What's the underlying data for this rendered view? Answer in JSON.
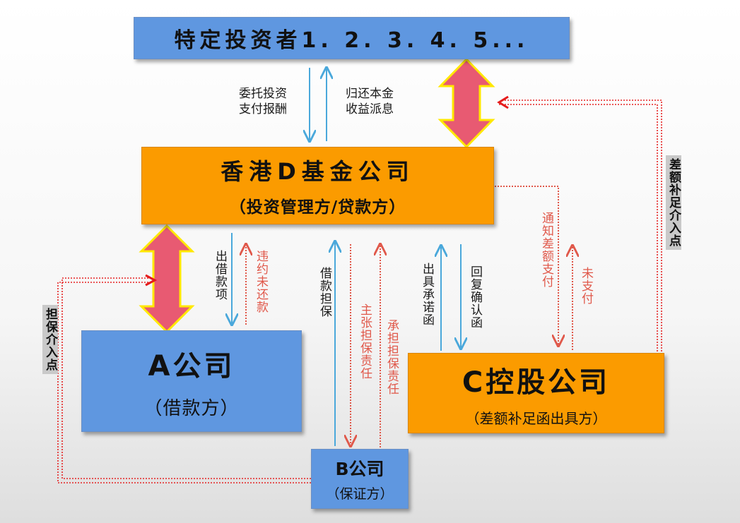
{
  "nodes": {
    "investors": {
      "title": "特定投资者1. 2. 3. 4. 5...",
      "color": "#5f97e0"
    },
    "fund_d": {
      "title": "香港D基金公司",
      "subtitle": "（投资管理方/贷款方）",
      "color": "#fb9b00"
    },
    "company_a": {
      "title": "A公司",
      "subtitle": "（借款方）",
      "color": "#5f97e0"
    },
    "company_b": {
      "title": "B公司",
      "subtitle": "（保证方）",
      "color": "#5f97e0"
    },
    "company_c": {
      "title": "C控股公司",
      "subtitle": "（差额补足函出具方）",
      "color": "#fb9b00"
    }
  },
  "edges": {
    "entrust": "委托投资\n支付报酬",
    "return": "归还本金\n收益派息",
    "lend": "出借款项",
    "default": "违约未还款",
    "loan_guarantee": "借款担保",
    "claim_guarantee": "主张担保责任",
    "bear_guarantee": "承担担保责任",
    "issue_commitment": "出具承诺函",
    "reply_letter": "回复确认函",
    "notify_payment": "通知差额支付",
    "unpaid": "未支付"
  },
  "side_tags": {
    "guarantee_entry": "担保介入点",
    "shortfall_entry": "差额补足介入点"
  },
  "colors": {
    "blue_arrow": "#4aa8db",
    "red_dotted": "#e0584a",
    "big_arrow_fill": "#e85a72",
    "big_arrow_stroke": "#ffe800"
  }
}
